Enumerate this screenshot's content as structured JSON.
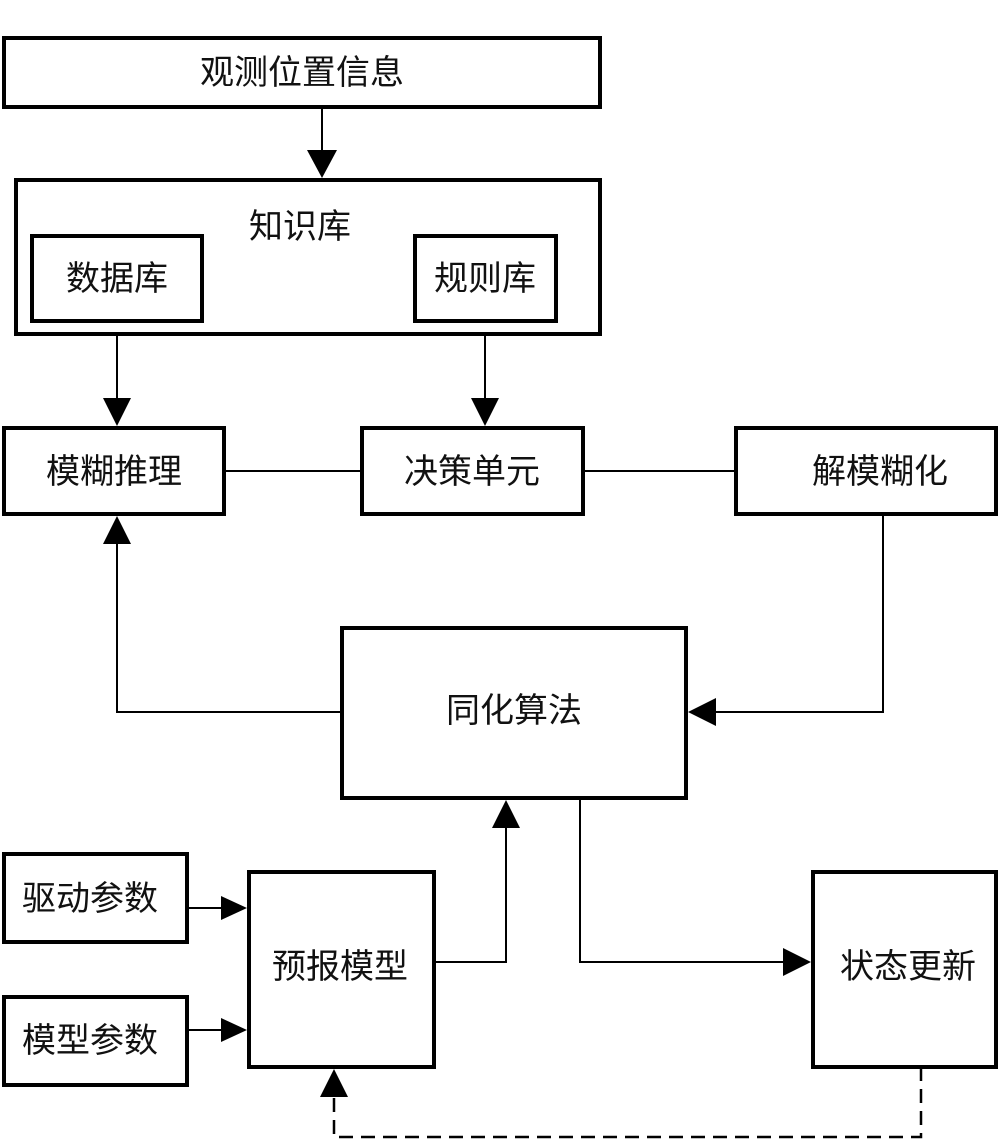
{
  "nodes": {
    "observation": "观测位置信息",
    "knowledge_base": "知识库",
    "database": "数据库",
    "rule_base": "规则库",
    "fuzzy_inference": "模糊推理",
    "decision_unit": "决策单元",
    "defuzzification": "解模糊化",
    "assimilation": "同化算法",
    "driving_params": "驱动参数",
    "model_params": "模型参数",
    "forecast_model": "预报模型",
    "state_update": "状态更新"
  }
}
